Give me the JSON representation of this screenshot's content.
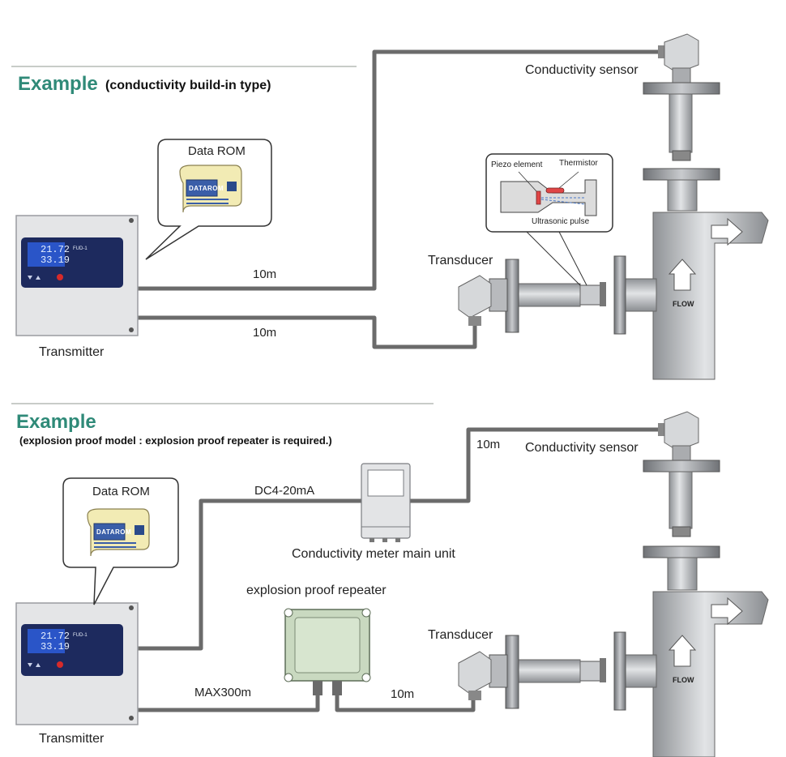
{
  "section1": {
    "title": "Example",
    "subtitle": "(conductivity build-in type)",
    "data_rom_label": "Data ROM",
    "data_rom_chip_text": "DATAROM",
    "transmitter_label": "Transmitter",
    "transmitter_display": [
      "21.72",
      "33.19"
    ],
    "transmitter_model": "FUD-1",
    "cable_top_length": "10m",
    "cable_bottom_length": "10m",
    "transducer_label": "Transducer",
    "conductivity_sensor_label": "Conductivity sensor",
    "detail": {
      "piezo_label": "Piezo element",
      "thermistor_label": "Thermistor",
      "pulse_label": "Ultrasonic pulse"
    },
    "flow_label": "FLOW"
  },
  "section2": {
    "title": "Example",
    "subtitle": "(explosion proof model : explosion proof repeater is required.)",
    "data_rom_label": "Data ROM",
    "data_rom_chip_text": "DATAROM",
    "transmitter_label": "Transmitter",
    "transmitter_display": [
      "21.72",
      "33.19"
    ],
    "transmitter_model": "FUD-1",
    "signal_label": "DC4-20mA",
    "sensor_cable_length": "10m",
    "main_unit_label": "Conductivity meter main unit",
    "repeater_label": "explosion proof repeater",
    "max_cable_label": "MAX300m",
    "repeater_cable_length": "10m",
    "transducer_label": "Transducer",
    "conductivity_sensor_label": "Conductivity sensor",
    "flow_label": "FLOW"
  },
  "colors": {
    "title_accent": "#2f8a78",
    "cable": "#6b6b6b",
    "pipe": "#b9bcc0",
    "enclosure": "#e3e4e6",
    "panel": "#1d2a5e",
    "repeater": "#c9d9c0",
    "data_rom_body": "#f2ebb4",
    "data_rom_chip": "#3a5ea8"
  }
}
